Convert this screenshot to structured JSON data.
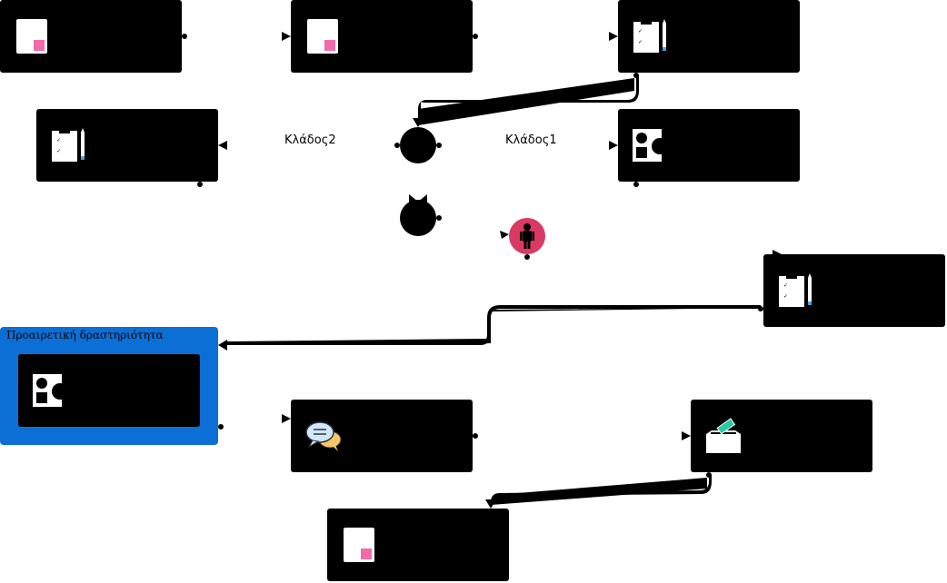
{
  "branch_labels": {
    "branch1": "Κλάδος1",
    "branch2": "Κλάδος2"
  },
  "optional_group": {
    "label": "Προαιρετική δραστηριότητα"
  },
  "colors": {
    "node_fill": "#000000",
    "group_fill": "#0b6fd6",
    "doc_accent": "#f06ba8",
    "stop_fill": "#d93a63",
    "chat_blue": "#cfe8ff",
    "chat_yellow": "#f7c56a",
    "vote_green": "#2bc8a4"
  },
  "icons": [
    "document-icon",
    "clipboard-pencil-icon",
    "shapes-icon",
    "speech-bubbles-icon",
    "ballot-box-icon",
    "person-icon"
  ]
}
